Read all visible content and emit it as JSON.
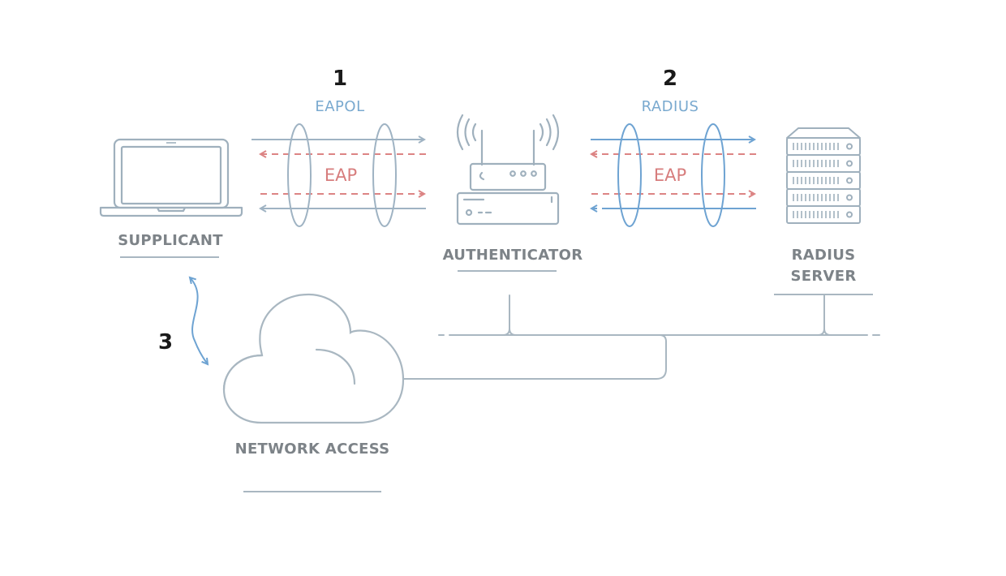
{
  "steps": {
    "step1": "1",
    "step2": "2",
    "step3": "3"
  },
  "protocols": {
    "left": "EAPOL",
    "right": "RADIUS",
    "inner_left": "EAP",
    "inner_right": "EAP"
  },
  "devices": {
    "supplicant": "SUPPLICANT",
    "authenticator": "AUTHENTICATOR",
    "radius_line1": "RADIUS",
    "radius_line2": "SERVER",
    "network": "NETWORK ACCESS"
  },
  "icons": [
    "laptop-icon",
    "router-icon",
    "server-rack-icon",
    "cloud-icon"
  ],
  "colors": {
    "device_stroke": "#9fb0bd",
    "network_line": "#a9b7c1",
    "eapol_arrow": "#9fb3c3",
    "radius_arrow": "#6ea3d2",
    "eap_dashed": "#dc8484",
    "label_gray": "#7d8388",
    "protocol_blue": "#79a9cf"
  }
}
